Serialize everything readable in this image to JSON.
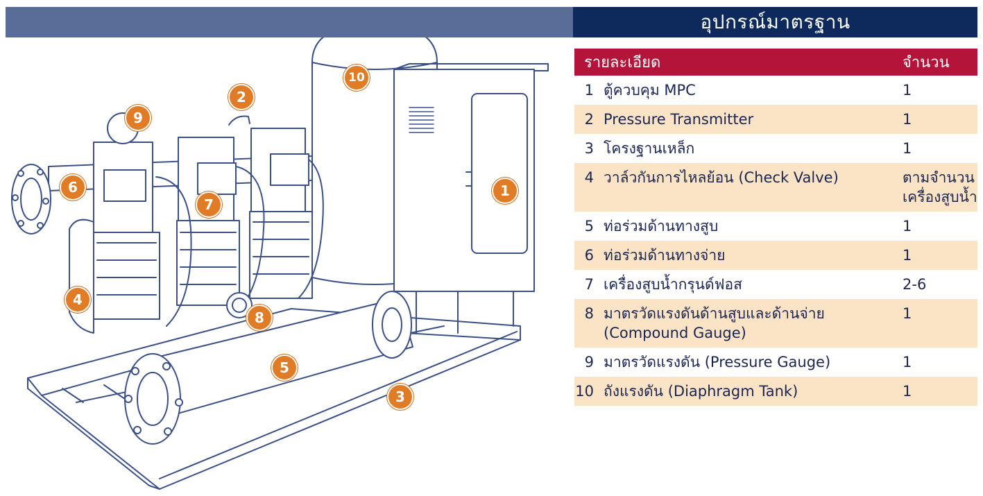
{
  "header": {
    "title": "อุปกรณ์มาตรฐาน"
  },
  "table": {
    "col_description": "รายละเอียด",
    "col_quantity": "จำนวน",
    "rows": [
      {
        "num": "1",
        "desc": "ตู้ควบคุม MPC",
        "qty": "1",
        "shaded": false
      },
      {
        "num": "2",
        "desc": "Pressure Transmitter",
        "qty": "1",
        "shaded": true
      },
      {
        "num": "3",
        "desc": "โครงฐานเหล็ก",
        "qty": "1",
        "shaded": false
      },
      {
        "num": "4",
        "desc": "วาล์วกันการไหลย้อน (Check Valve)",
        "qty": "ตามจำนวน เครื่องสูบน้ำ",
        "shaded": true
      },
      {
        "num": "5",
        "desc": "ท่อร่วมด้านทางสูบ",
        "qty": "1",
        "shaded": false
      },
      {
        "num": "6",
        "desc": "ท่อร่วมด้านทางจ่าย",
        "qty": "1",
        "shaded": true
      },
      {
        "num": "7",
        "desc": "เครื่องสูบน้ำกรุนด์ฟอส",
        "qty": "2-6",
        "shaded": false
      },
      {
        "num": "8",
        "desc": "มาตรวัดแรงดันด้านสูบและด้านจ่าย (Compound Gauge)",
        "qty": "1",
        "shaded": true
      },
      {
        "num": "9",
        "desc": "มาตรวัดแรงดัน (Pressure Gauge)",
        "qty": "1",
        "shaded": false
      },
      {
        "num": "10",
        "desc": "ถังแรงดัน (Diaphragm Tank)",
        "qty": "1",
        "shaded": true
      }
    ]
  },
  "diagram": {
    "badges": [
      "1",
      "2",
      "3",
      "4",
      "5",
      "6",
      "7",
      "8",
      "9",
      "10"
    ]
  },
  "colors": {
    "left_banner": "#5a6d99",
    "title_banner": "#0e2a5c",
    "table_header": "#b5143a",
    "row_shade": "#fbe3c6",
    "badge": "#e07c25",
    "line_art": "#3a4f86"
  }
}
